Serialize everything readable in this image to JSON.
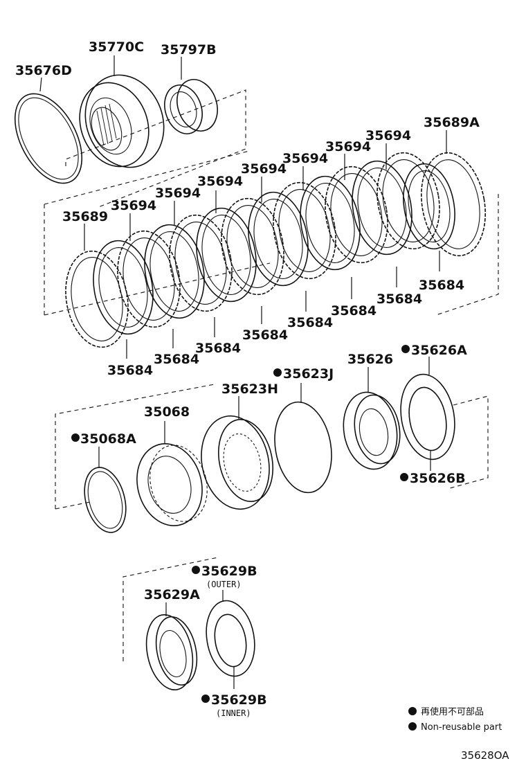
{
  "diagram_ref": "35628OA",
  "labels": {
    "p35676D": "35676D",
    "p35770C": "35770C",
    "p35797B": "35797B",
    "p35689A": "35689A",
    "p35689": "35689",
    "p35694_1": "35694",
    "p35694_2": "35694",
    "p35694_3": "35694",
    "p35694_4": "35694",
    "p35694_5": "35694",
    "p35694_6": "35694",
    "p35694_7": "35694",
    "p35684_1": "35684",
    "p35684_2": "35684",
    "p35684_3": "35684",
    "p35684_4": "35684",
    "p35684_5": "35684",
    "p35684_6": "35684",
    "p35684_7": "35684",
    "p35684_8": "35684",
    "p35623J": "35623J",
    "p35626": "35626",
    "p35626A": "35626A",
    "p35626B": "35626B",
    "p35623H": "35623H",
    "p35068": "35068",
    "p35068A": "35068A",
    "p35629A": "35629A",
    "p35629B_outer": "35629B",
    "p35629B_inner": "35629B",
    "outer_note": "(OUTER)",
    "inner_note": "(INNER)"
  },
  "legend": {
    "jp": "再使用不可部品",
    "en": "Non-reusable part"
  },
  "icons": [
    "non-reusable-dot-icon"
  ]
}
